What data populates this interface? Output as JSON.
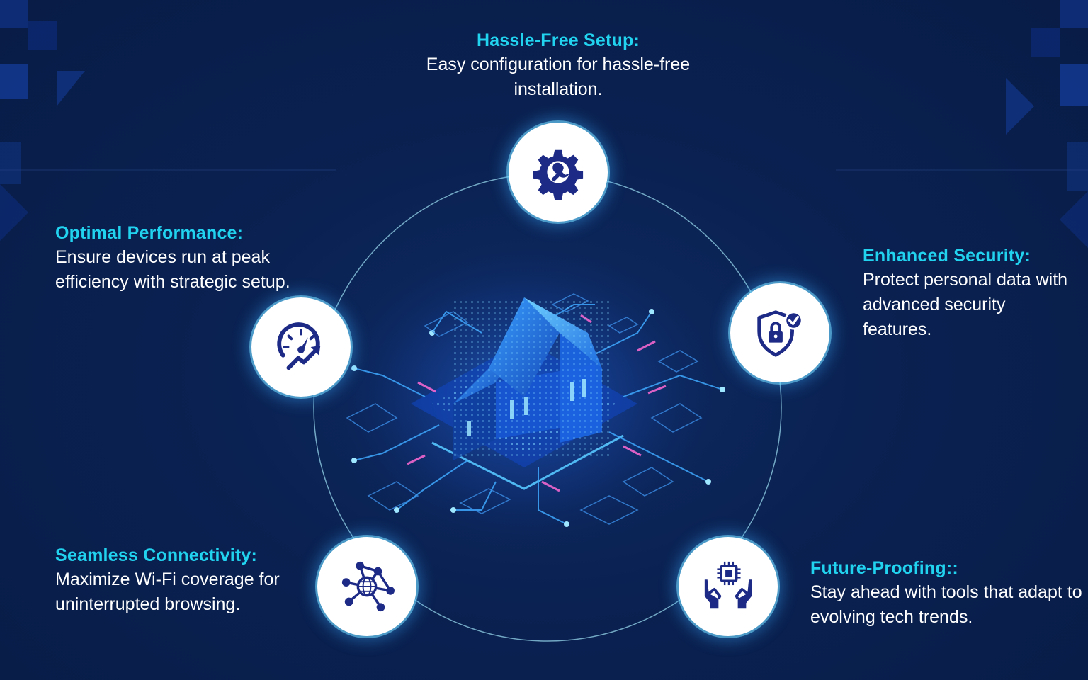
{
  "features": {
    "setup": {
      "title": "Hassle-Free Setup:",
      "description": "Easy configuration for hassle-free installation.",
      "icon": "gear-wrench-icon"
    },
    "performance": {
      "title": "Optimal Performance:",
      "description": "Ensure devices run at peak efficiency with strategic setup.",
      "icon": "speedometer-icon"
    },
    "security": {
      "title": "Enhanced Security:",
      "description": "Protect personal data with advanced security features.",
      "icon": "shield-lock-icon"
    },
    "connectivity": {
      "title": "Seamless Connectivity:",
      "description": "Maximize Wi-Fi coverage for uninterrupted browsing.",
      "icon": "network-globe-icon"
    },
    "future": {
      "title": "Future-Proofing::",
      "description": "Stay ahead with tools that adapt to evolving tech trends.",
      "icon": "hands-chip-icon"
    }
  },
  "colors": {
    "background": "#0a2151",
    "accent": "#22d3f0",
    "icon": "#1d2a86",
    "text": "#ffffff"
  }
}
